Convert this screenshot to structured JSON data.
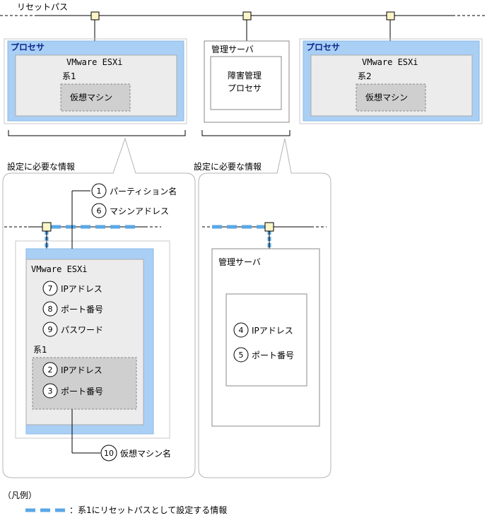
{
  "top": {
    "reset_path": "リセットパス",
    "left_processor": {
      "title": "プロセサ",
      "host": "VMware ESXi",
      "system": "系1",
      "vm": "仮想マシン"
    },
    "mgmt_server": {
      "title": "管理サーバ",
      "processor_line1": "障害管理",
      "processor_line2": "プロセサ"
    },
    "right_processor": {
      "title": "プロセサ",
      "host": "VMware ESXi",
      "system": "系2",
      "vm": "仮想マシン"
    }
  },
  "callouts": {
    "left_title": "設定に必要な情報",
    "right_title": "設定に必要な情報"
  },
  "left_detail": {
    "host": "VMware ESXi",
    "system": "系1",
    "items": {
      "n1": {
        "num": "1",
        "label": "パーティション名"
      },
      "n6": {
        "num": "6",
        "label": "マシンアドレス"
      },
      "n7": {
        "num": "7",
        "label": "IPアドレス"
      },
      "n8": {
        "num": "8",
        "label": "ポート番号"
      },
      "n9": {
        "num": "9",
        "label": "パスワード"
      },
      "n2": {
        "num": "2",
        "label": "IPアドレス"
      },
      "n3": {
        "num": "3",
        "label": "ポート番号"
      },
      "n10": {
        "num": "10",
        "label": "仮想マシン名"
      }
    }
  },
  "right_detail": {
    "title": "管理サーバ",
    "items": {
      "n4": {
        "num": "4",
        "label": "IPアドレス"
      },
      "n5": {
        "num": "5",
        "label": "ポート番号"
      }
    }
  },
  "legend": {
    "title": "（凡例）",
    "text": "：系1にリセットパスとして設定する情報"
  },
  "colors": {
    "processor_fill": "#a9cff5",
    "host_fill": "#ececec",
    "vm_fill": "#cfcfcf",
    "dash_blue": "#5aa7e6",
    "node_fill": "#fbf5c8"
  }
}
